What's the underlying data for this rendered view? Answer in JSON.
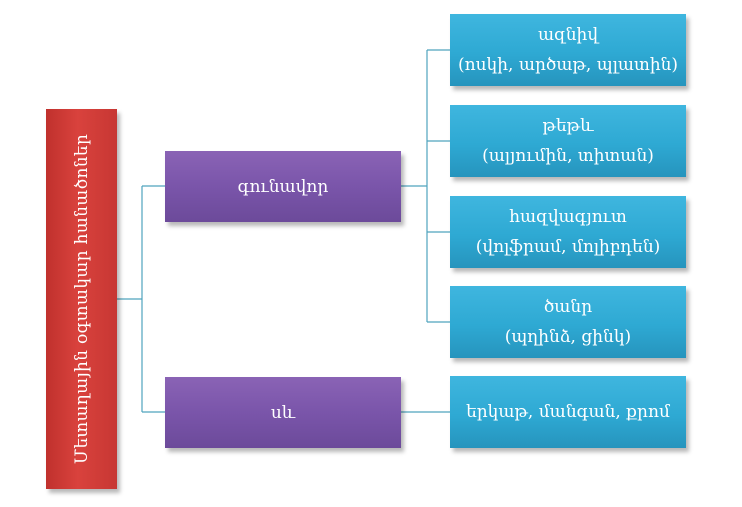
{
  "root": {
    "label": "Մետաղային օգտակար հանածոներ"
  },
  "groups": [
    {
      "label": "գունավոր",
      "children": [
        {
          "title": "ազնիվ",
          "detail": "(ոսկի, արծաթ, պլատին)"
        },
        {
          "title": "թեթև",
          "detail": "(ալյումին, տիտան)"
        },
        {
          "title": "հազվագյուտ",
          "detail": "(վոլֆրամ, մոլիբդեն)"
        },
        {
          "title": "ծանր",
          "detail": "(պղինձ, ցինկ)"
        }
      ]
    },
    {
      "label": "սև",
      "children": [
        {
          "title": "երկաթ, մանգան, քրոմ"
        }
      ]
    }
  ],
  "colors": {
    "root": "#d13d39",
    "group": "#7b57ab",
    "leaf": "#31aad5",
    "connector": "#4fa3bd"
  }
}
